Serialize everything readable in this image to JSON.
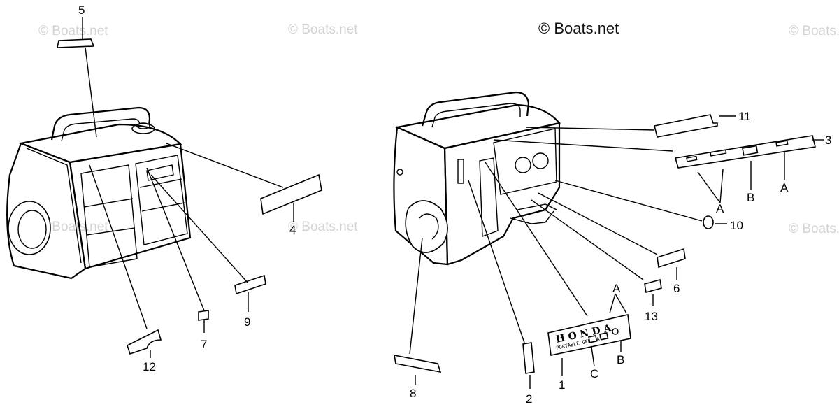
{
  "watermark_main": "© Boats.net",
  "watermarks": [
    "© Boats.net",
    "© Boats.net",
    "© Boats.net",
    "© Boats.net",
    "© Boats.net",
    "© Boats.net"
  ],
  "callouts": {
    "c1": "1",
    "c2": "2",
    "c3": "3",
    "c4": "4",
    "c5": "5",
    "c6": "6",
    "c7": "7",
    "c8": "8",
    "c9": "9",
    "c10": "10",
    "c11": "11",
    "c12": "12",
    "c13": "13"
  },
  "sublabels": {
    "a1": "A",
    "a2": "A",
    "a3": "A",
    "b1": "B",
    "b2": "B",
    "c": "C"
  },
  "emblem": {
    "brand": "H O N D A",
    "line2": "PORTABLE GENERATOR"
  },
  "colors": {
    "ink": "#000000",
    "watermark": "#d3d3d3",
    "background": "#ffffff"
  }
}
